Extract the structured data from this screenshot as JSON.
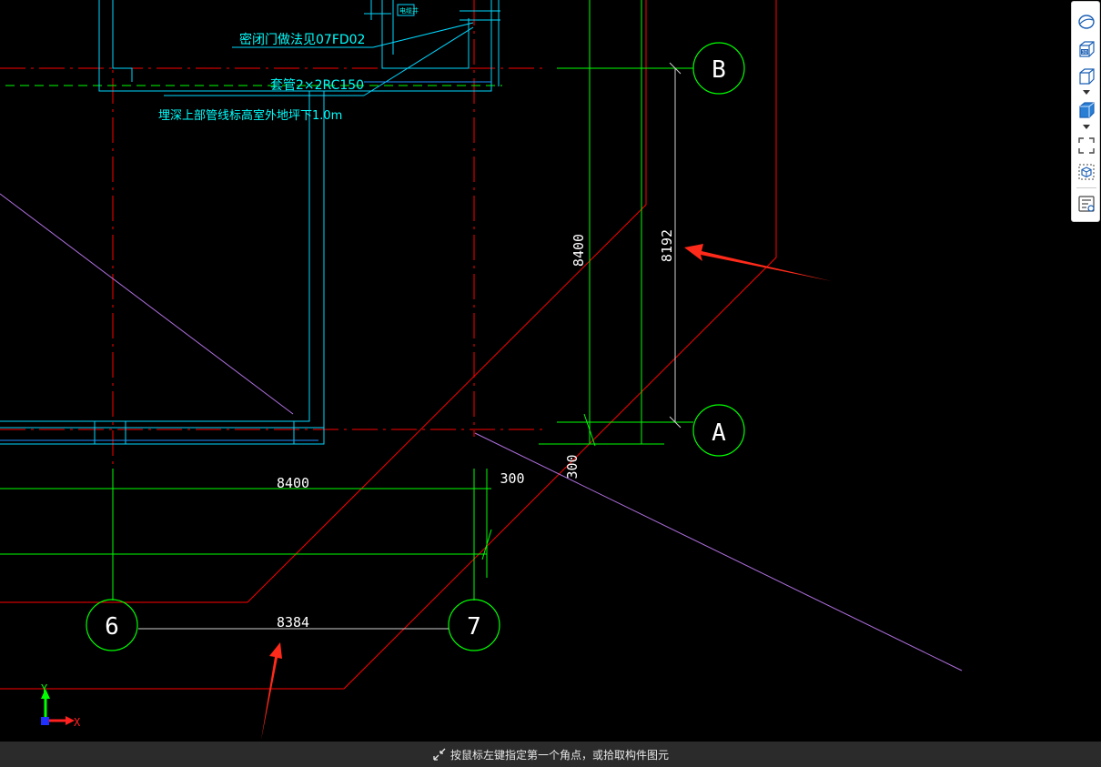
{
  "drawing": {
    "axis_labels": {
      "B": "B",
      "A": "A",
      "six": "6",
      "seven": "7"
    },
    "dims": {
      "vert_8400": "8400",
      "vert_8192": "8192",
      "horiz_8400": "8400",
      "horiz_8384": "8384",
      "dim_300_h": "300",
      "dim_300_v": "300"
    },
    "annotations": {
      "note1": "密闭门做法见07FD02",
      "note2": "套管2×2RC150",
      "note3": "埋深上部管线标高室外地坪下1.0m",
      "note4": "电缆井"
    },
    "colors": {
      "background": "#000000",
      "red": "#ff0000",
      "green": "#00ff00",
      "cyan": "#00ffff",
      "blue": "#1e90ff",
      "violet": "#b070e0",
      "white": "#ffffff",
      "arrow": "#ff2a1a"
    },
    "ucs": {
      "x": "X",
      "y": "Y"
    }
  },
  "toolbar": {
    "items": [
      {
        "name": "view-cube-icon"
      },
      {
        "name": "3d-view-icon",
        "label": "3D"
      },
      {
        "name": "box-view-icon"
      },
      {
        "name": "solid-box-icon"
      },
      {
        "name": "fit-view-icon"
      },
      {
        "name": "isolate-view-icon"
      },
      {
        "name": "properties-icon"
      }
    ]
  },
  "status": {
    "prompt": "按鼠标左键指定第一个角点，或拾取构件图元"
  }
}
